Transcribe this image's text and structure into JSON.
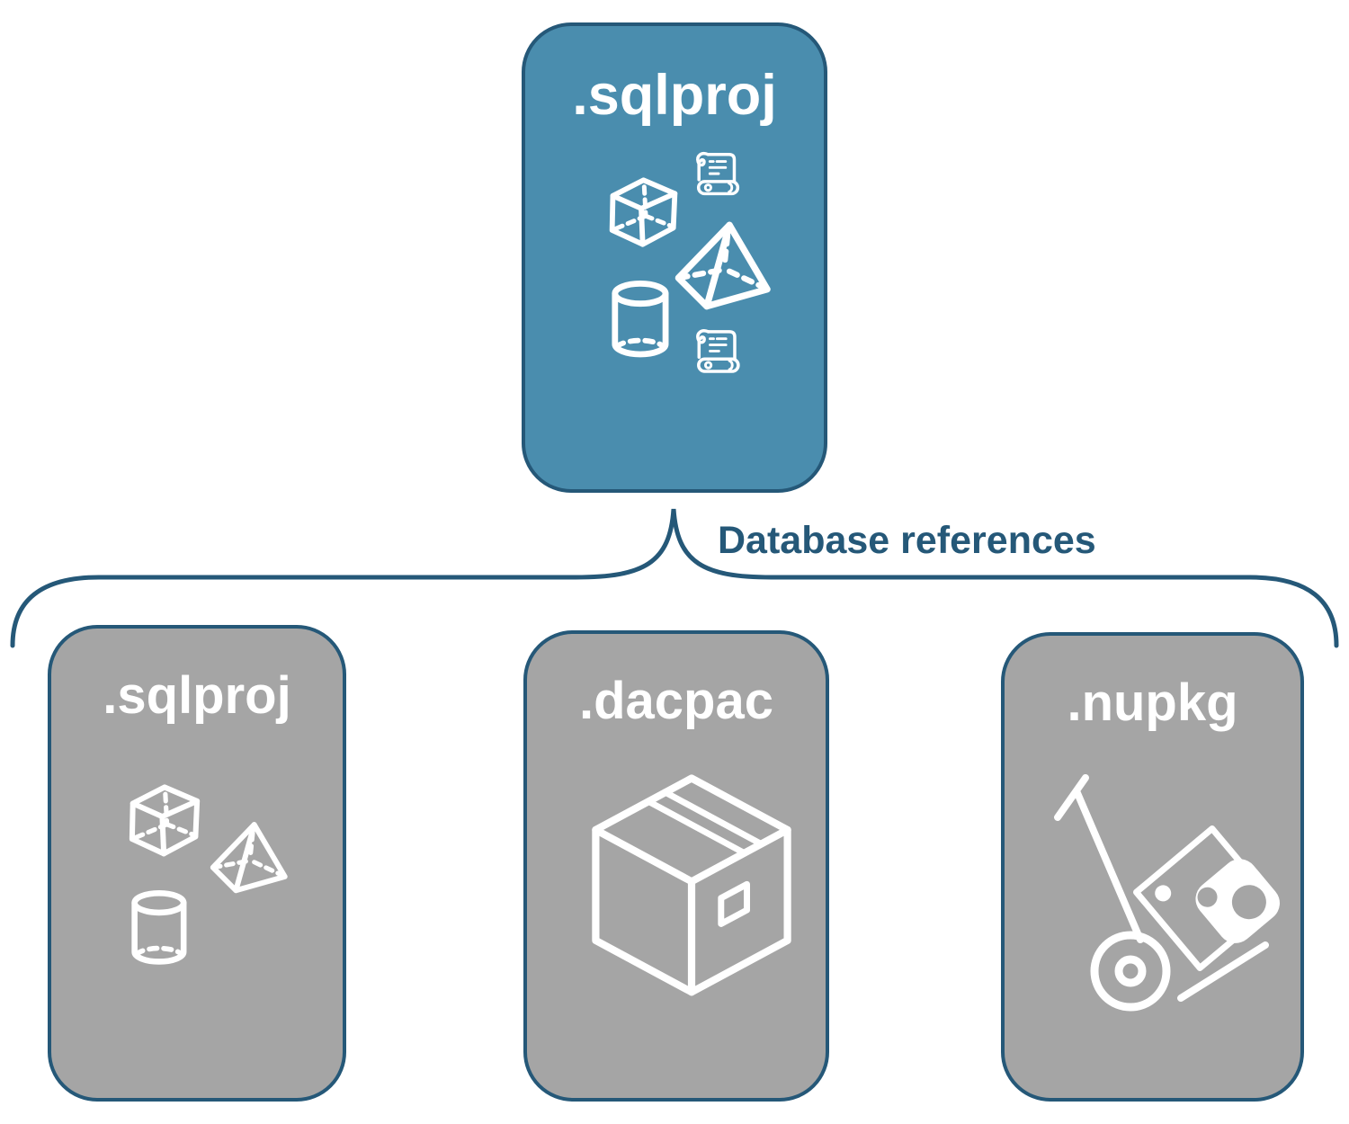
{
  "colors": {
    "node_primary": "#4A8DAE",
    "node_gray": "#A5A5A5",
    "outline": "#255878",
    "icon": "#FFFFFF",
    "text_on_node": "#FFFFFF",
    "canvas_bg": "#FFFFFF"
  },
  "root_node": {
    "label": ".sqlproj",
    "icons": [
      "cube",
      "scroll",
      "pyramid",
      "cylinder",
      "scroll"
    ]
  },
  "connector": {
    "label": "Database references"
  },
  "child_nodes": [
    {
      "label": ".sqlproj",
      "icons": [
        "cube",
        "pyramid",
        "cylinder"
      ]
    },
    {
      "label": ".dacpac",
      "icons": [
        "package-box"
      ]
    },
    {
      "label": ".nupkg",
      "icons": [
        "nuget-hand-truck"
      ]
    }
  ]
}
